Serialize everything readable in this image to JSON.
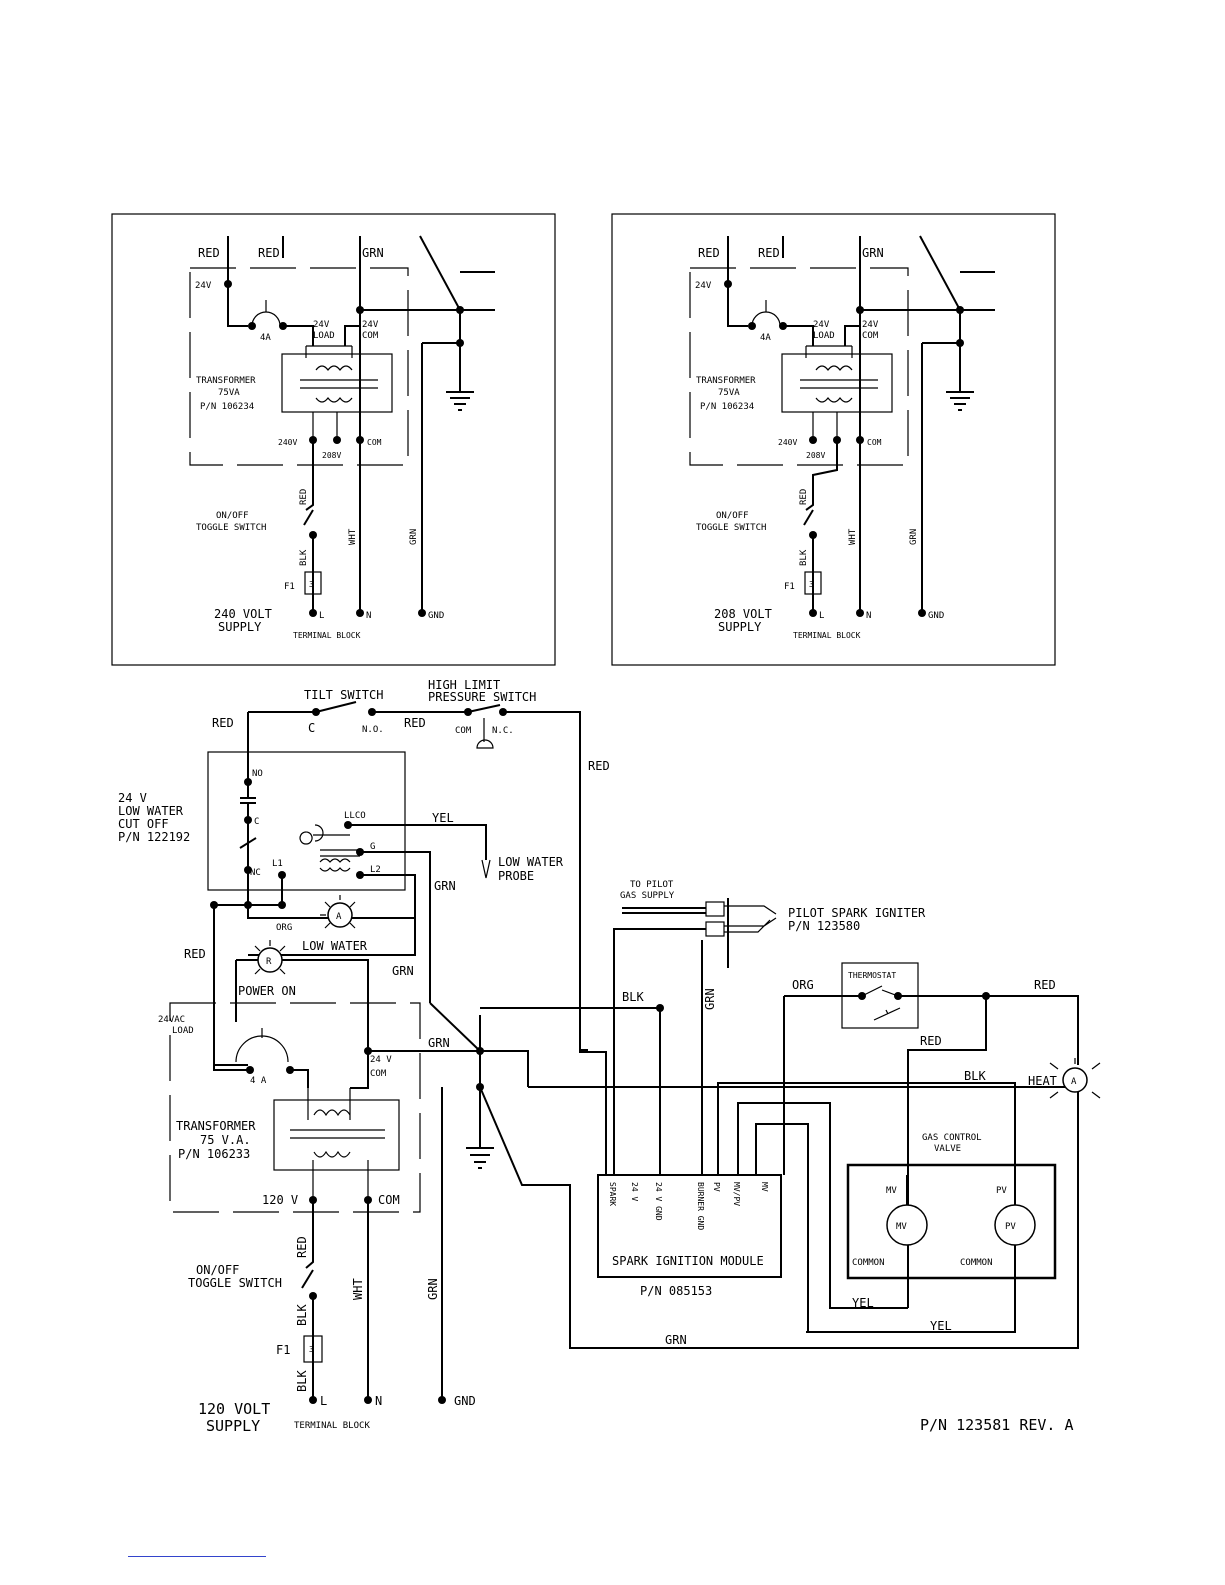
{
  "panel_240": {
    "wire_red_1": "RED",
    "wire_red_2": "RED",
    "wire_grn_top": "GRN",
    "tap_24v": "24V",
    "fuse_4a": "4A",
    "load_24v": "24V",
    "load": "LOAD",
    "com_24v": "24V",
    "com": "COM",
    "transformer": "TRANSFORMER",
    "rating": "75VA",
    "part": "P/N 106234",
    "tap_240v": "240V",
    "tap_208v": "208V",
    "tap_com": "COM",
    "red": "RED",
    "switch_1": "ON/OFF",
    "switch_2": "TOGGLE SWITCH",
    "blk": "BLK",
    "wht": "WHT",
    "grn": "GRN",
    "fuse": "F1",
    "fuse_num": "3",
    "supply_1": "240 VOLT",
    "supply_2": "SUPPLY",
    "term_l": "L",
    "term_n": "N",
    "term_gnd": "GND",
    "terminal_block": "TERMINAL BLOCK"
  },
  "panel_208": {
    "wire_red_1": "RED",
    "wire_red_2": "RED",
    "wire_grn_top": "GRN",
    "tap_24v": "24V",
    "fuse_4a": "4A",
    "load_24v": "24V",
    "load": "LOAD",
    "com_24v": "24V",
    "com": "COM",
    "transformer": "TRANSFORMER",
    "rating": "75VA",
    "part": "P/N 106234",
    "tap_240v": "240V",
    "tap_208v": "208V",
    "tap_com": "COM",
    "red": "RED",
    "switch_1": "ON/OFF",
    "switch_2": "TOGGLE SWITCH",
    "blk": "BLK",
    "wht": "WHT",
    "grn": "GRN",
    "fuse": "F1",
    "fuse_num": "3",
    "supply_1": "208 VOLT",
    "supply_2": "SUPPLY",
    "term_l": "L",
    "term_n": "N",
    "term_gnd": "GND",
    "terminal_block": "TERMINAL BLOCK"
  },
  "main": {
    "red_top": "RED",
    "tilt_switch": "TILT SWITCH",
    "tilt_c": "C",
    "tilt_no": "N.O.",
    "red_mid": "RED",
    "hl_1": "HIGH LIMIT",
    "hl_2": "PRESSURE SWITCH",
    "hl_com": "COM",
    "hl_nc": "N.C.",
    "red_right": "RED",
    "lwco_1": "24 V",
    "lwco_2": "LOW WATER",
    "lwco_3": "CUT OFF",
    "lwco_4": "P/N 122192",
    "lwco_no": "NO",
    "lwco_c": "C",
    "lwco_nc": "NC",
    "lwco_l1": "L1",
    "lwco_l2": "L2",
    "lwco_llco": "LLCO",
    "lwco_g": "G",
    "yel": "YEL",
    "grn_1": "GRN",
    "probe_1": "LOW WATER",
    "probe_2": "PROBE",
    "org": "ORG",
    "lamp_a": "A",
    "lamp_low_water": "LOW WATER",
    "red_left": "RED",
    "lamp_r": "R",
    "power_on": "POWER ON",
    "grn_2": "GRN",
    "load_1": "24VAC",
    "load_2": "LOAD",
    "grn_3": "GRN",
    "com_24v": "24 V",
    "com": "COM",
    "fuse_4a": "4 A",
    "transformer": "TRANSFORMER",
    "rating": "75 V.A.",
    "part": "P/N 106233",
    "tap_120v": "120 V",
    "tap_com": "COM",
    "red": "RED",
    "switch_1": "ON/OFF",
    "switch_2": "TOGGLE SWITCH",
    "blk_1": "BLK",
    "fuse": "F1",
    "fuse_num": "3",
    "blk_2": "BLK",
    "wht": "WHT",
    "grn_4": "GRN",
    "supply_1": "120 VOLT",
    "supply_2": "SUPPLY",
    "term_l": "L",
    "term_n": "N",
    "term_gnd": "GND",
    "terminal_block": "TERMINAL BLOCK"
  },
  "ignition": {
    "pilot_1": "TO PILOT",
    "pilot_2": "GAS SUPPLY",
    "igniter_1": "PILOT SPARK IGNITER",
    "igniter_2": "P/N 123580",
    "blk": "BLK",
    "grn": "GRN",
    "org": "ORG",
    "thermostat": "THERMOSTAT",
    "red_1": "RED",
    "red_2": "RED",
    "blk_2": "BLK",
    "heat": "HEAT",
    "lamp_a": "A",
    "gcv_1": "GAS CONTROL",
    "gcv_2": "VALVE",
    "mv": "MV",
    "pv": "PV",
    "mv_coil": "MV",
    "pv_coil": "PV",
    "common_1": "COMMON",
    "common_2": "COMMON",
    "t_spark": "SPARK",
    "t_24v": "24 V",
    "t_24vgnd": "24 V GND",
    "t_burner": "BURNER GND",
    "t_pv": "PV",
    "t_mvpv": "MV/PV",
    "t_mv": "MV",
    "module": "SPARK IGNITION MODULE",
    "module_part": "P/N 085153",
    "yel_1": "YEL",
    "yel_2": "YEL",
    "grn_bottom": "GRN"
  },
  "footer": {
    "doc_part": "P/N 123581 REV. A"
  }
}
